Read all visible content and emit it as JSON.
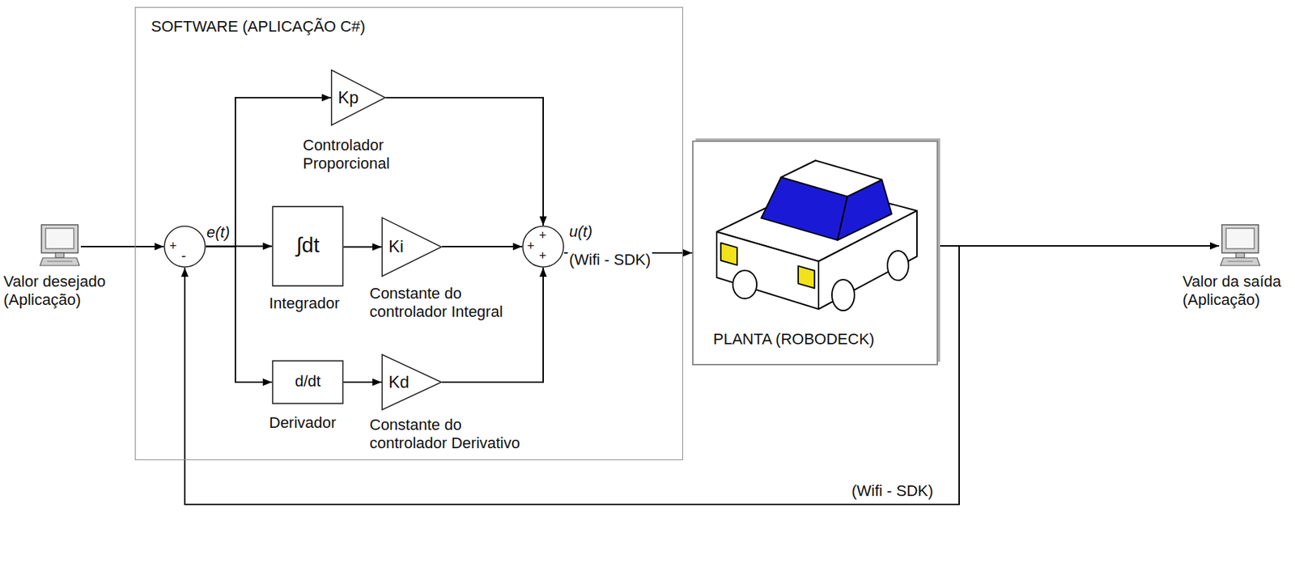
{
  "diagram": {
    "nodes": [
      {
        "text": [
          "Valor desejado (Aplicação)"
        ]
      },
      {
        "text": [
          "SOFTWARE (APLICAÇÃO C#)"
        ]
      },
      {
        "text": [
          "+",
          "-"
        ],
        "in": 1
      },
      {
        "text": [
          "Kp",
          "Controlador Proporcional"
        ],
        "in": 1
      },
      {
        "text": [
          "∫dt",
          "Integrador"
        ],
        "in": 1
      },
      {
        "text": [
          "Ki",
          "Constante do controlador Integral"
        ],
        "in": 1
      },
      {
        "text": [
          "d/dt",
          "Derivador"
        ],
        "in": 1
      },
      {
        "text": [
          "Kd",
          "Constante do controlador Derivativo"
        ],
        "in": 1
      },
      {
        "text": [
          "+",
          "+",
          "+"
        ],
        "in": 1
      },
      {
        "text": [
          "PLANTA (ROBODECK)"
        ]
      },
      {
        "text": [
          "Valor da saída (Aplicação)"
        ]
      }
    ],
    "edges": [
      {
        "from": 0,
        "to": 2,
        "arrow": "to"
      },
      {
        "from": 2,
        "to": 3,
        "arrow": "to"
      },
      {
        "from": 2,
        "to": 4,
        "arrow": "to",
        "label": "e(t)"
      },
      {
        "from": 2,
        "to": 6,
        "arrow": "to"
      },
      {
        "from": 3,
        "to": 8,
        "arrow": "to"
      },
      {
        "from": 4,
        "to": 5,
        "arrow": "to"
      },
      {
        "from": 5,
        "to": 8,
        "arrow": "to"
      },
      {
        "from": 6,
        "to": 7,
        "arrow": "to"
      },
      {
        "from": 7,
        "to": 8,
        "arrow": "to"
      },
      {
        "from": 8,
        "to": 9,
        "arrow": "to",
        "label": "u(t)"
      },
      {
        "from": 9,
        "to": 10,
        "arrow": "to"
      },
      {
        "from": 9,
        "to": 2,
        "arrow": "to",
        "label": "(Wifi - SDK)"
      }
    ],
    "labels": [
      "(Wifi - SDK)"
    ]
  }
}
